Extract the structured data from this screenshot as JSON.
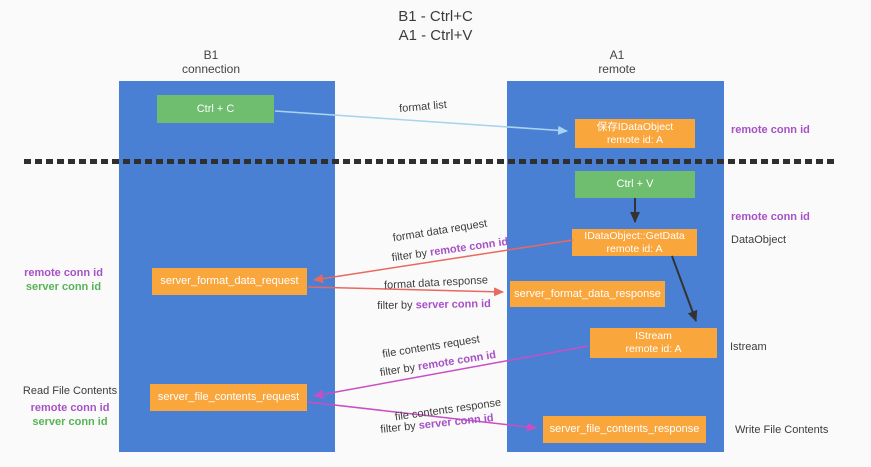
{
  "title": {
    "line1": "B1 - Ctrl+C",
    "line2": "A1 - Ctrl+V"
  },
  "headers": {
    "b1_line1": "B1",
    "b1_line2": "connection",
    "a1_line1": "A1",
    "a1_line2": "remote"
  },
  "nodes": {
    "ctrl_c": "Ctrl + C",
    "ctrl_v": "Ctrl + V",
    "save_idataobject_line1": "保存IDataObject",
    "getdata_line1": "IDataObject::GetData",
    "istream_line1": "IStream",
    "remote_id_a": "remote id: A",
    "server_format_data_request": "server_format_data_request",
    "server_format_data_response": "server_format_data_response",
    "server_file_contents_request": "server_file_contents_request",
    "server_file_contents_response": "server_file_contents_response"
  },
  "flow": {
    "format_list": "format list",
    "format_data_request": "format data request",
    "format_data_response": "format data response",
    "file_contents_request": "file contents request",
    "file_contents_response": "file contents response",
    "filter_by": "filter by ",
    "remote_conn_id": "remote conn id",
    "server_conn_id": "server conn id"
  },
  "side": {
    "remote_conn_id": "remote conn id",
    "server_conn_id": "server conn id",
    "dataobject": "DataObject",
    "istream": "Istream",
    "read_file_contents": "Read File Contents",
    "write_file_contents": "Write File Contents"
  },
  "colors": {
    "background": "#fafafa",
    "column_blue": "#4a80d4",
    "box_orange": "#f9a63c",
    "box_green": "#6fbe6f",
    "label_purple": "#a751c7",
    "label_green": "#56b356",
    "arrow_red": "#e8695f",
    "arrow_magenta": "#c94ec4",
    "arrow_lightblue": "#a8d4f0",
    "arrow_black": "#333333",
    "text_dark": "#3c3c3c",
    "dash_black": "#2f2f2f"
  }
}
